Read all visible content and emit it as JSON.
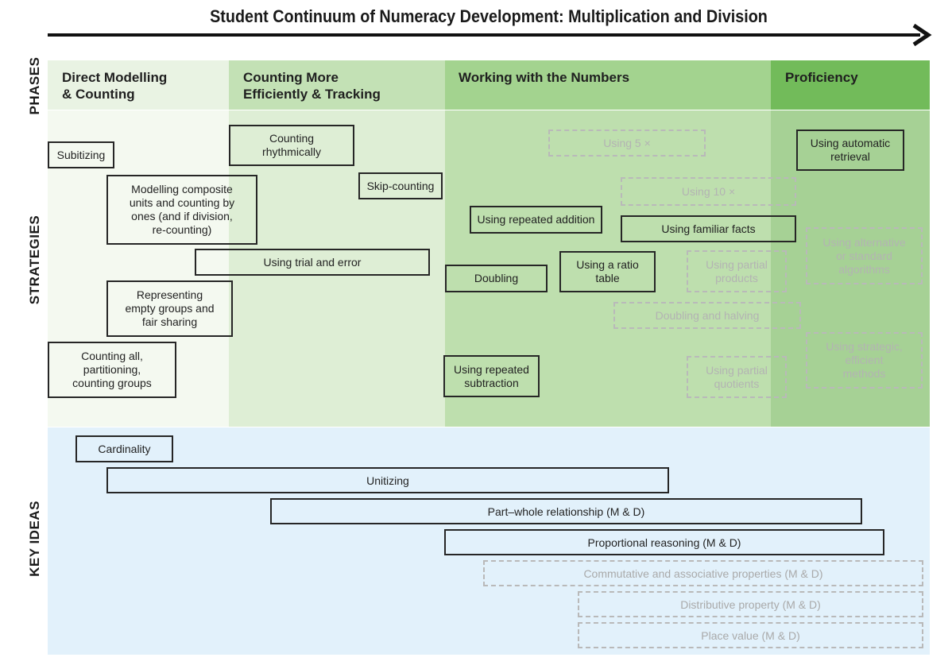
{
  "title": "Student Continuum of Numeracy Development: Multiplication and Division",
  "row_labels": {
    "phases": "PHASES",
    "strategies": "STRATEGIES",
    "key_ideas": "KEY IDEAS"
  },
  "phases": [
    {
      "id": "direct-modelling",
      "line1": "Direct Modelling",
      "line2": "& Counting"
    },
    {
      "id": "counting-more-efficiently",
      "line1": "Counting More",
      "line2": "Efficiently & Tracking"
    },
    {
      "id": "working-with-numbers",
      "line1": "Working with the Numbers",
      "line2": ""
    },
    {
      "id": "proficiency",
      "line1": "Proficiency",
      "line2": ""
    }
  ],
  "strategies": [
    {
      "id": "subitizing",
      "lines": [
        "Subitizing"
      ],
      "dashed": false
    },
    {
      "id": "modelling-composite-units",
      "lines": [
        "Modelling composite",
        "units and counting by",
        "ones (and if division,",
        "re-counting)"
      ],
      "dashed": false
    },
    {
      "id": "counting-rhythmically",
      "lines": [
        "Counting",
        "rhythmically"
      ],
      "dashed": false
    },
    {
      "id": "skip-counting",
      "lines": [
        "Skip-counting"
      ],
      "dashed": false
    },
    {
      "id": "using-trial-and-error",
      "lines": [
        "Using trial and error"
      ],
      "dashed": false
    },
    {
      "id": "representing-empty-groups",
      "lines": [
        "Representing",
        "empty groups and",
        "fair sharing"
      ],
      "dashed": false
    },
    {
      "id": "counting-all",
      "lines": [
        "Counting all,",
        "partitioning,",
        "counting groups"
      ],
      "dashed": false
    },
    {
      "id": "using-5x",
      "lines": [
        "Using 5 ×"
      ],
      "dashed": true
    },
    {
      "id": "using-10x",
      "lines": [
        "Using 10 ×"
      ],
      "dashed": true
    },
    {
      "id": "using-repeated-addition",
      "lines": [
        "Using repeated addition"
      ],
      "dashed": false
    },
    {
      "id": "using-familiar-facts",
      "lines": [
        "Using familiar facts"
      ],
      "dashed": false
    },
    {
      "id": "doubling",
      "lines": [
        "Doubling"
      ],
      "dashed": false
    },
    {
      "id": "using-a-ratio-table",
      "lines": [
        "Using a ratio",
        "table"
      ],
      "dashed": false
    },
    {
      "id": "using-partial-products",
      "lines": [
        "Using partial",
        "products"
      ],
      "dashed": true
    },
    {
      "id": "doubling-and-halving",
      "lines": [
        "Doubling and halving"
      ],
      "dashed": true
    },
    {
      "id": "using-repeated-subtraction",
      "lines": [
        "Using repeated",
        "subtraction"
      ],
      "dashed": false
    },
    {
      "id": "using-partial-quotients",
      "lines": [
        "Using partial",
        "quotients"
      ],
      "dashed": true
    },
    {
      "id": "using-automatic-retrieval",
      "lines": [
        "Using automatic",
        "retrieval"
      ],
      "dashed": false
    },
    {
      "id": "using-alternative-algorithms",
      "lines": [
        "Using alternative",
        "or standard",
        "algorithms"
      ],
      "dashed": true
    },
    {
      "id": "using-strategic-methods",
      "lines": [
        "Using strategic,",
        "efficient",
        "methods"
      ],
      "dashed": true
    }
  ],
  "key_ideas": [
    {
      "id": "cardinality",
      "label": "Cardinality",
      "dashed": false
    },
    {
      "id": "unitizing",
      "label": "Unitizing",
      "dashed": false
    },
    {
      "id": "part-whole-relationship",
      "label": "Part–whole relationship (M & D)",
      "dashed": false
    },
    {
      "id": "proportional-reasoning",
      "label": "Proportional reasoning (M & D)",
      "dashed": false
    },
    {
      "id": "commutative-associative",
      "label": "Commutative and associative properties (M & D)",
      "dashed": true
    },
    {
      "id": "distributive-property",
      "label": "Distributive property (M & D)",
      "dashed": true
    },
    {
      "id": "place-value",
      "label": "Place value (M & D)",
      "dashed": true
    }
  ]
}
